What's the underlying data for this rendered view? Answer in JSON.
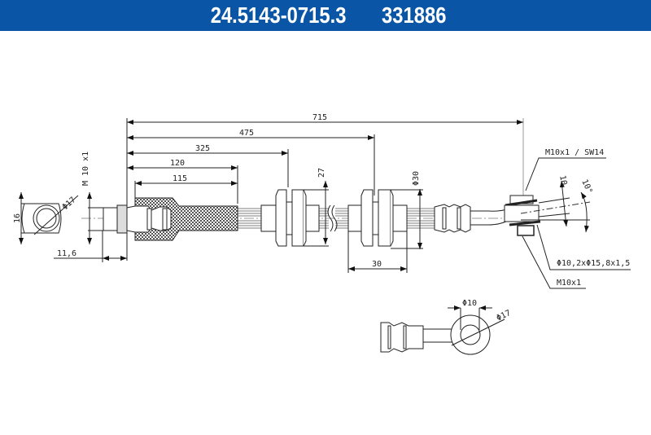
{
  "header": {
    "part_number": "24.5143-0715.3",
    "article_number": "331886",
    "background_color": "#0a55a5",
    "text_color": "#ffffff"
  },
  "drawing": {
    "title": "Brake hose technical drawing",
    "dimensions": {
      "overall_length": "715",
      "length_475": "475",
      "length_325": "325",
      "length_120": "120",
      "length_115": "115",
      "bracket_height": "27",
      "bracket_diameter": "Φ30",
      "bracket_width": "30",
      "banjo_height": "16",
      "banjo_diameter_left": "Φ17",
      "thread_left": "M 10 x1",
      "offset_left": "11,6",
      "thread_right_sw": "M10x1 / SW14",
      "offset_right": "10",
      "angle_right": "10°",
      "washer_spec": "Φ10,2xΦ15,8x1,5",
      "thread_right": "M10x1",
      "detail_inner_diameter": "Φ10",
      "detail_outer_diameter": "Φ17"
    }
  }
}
